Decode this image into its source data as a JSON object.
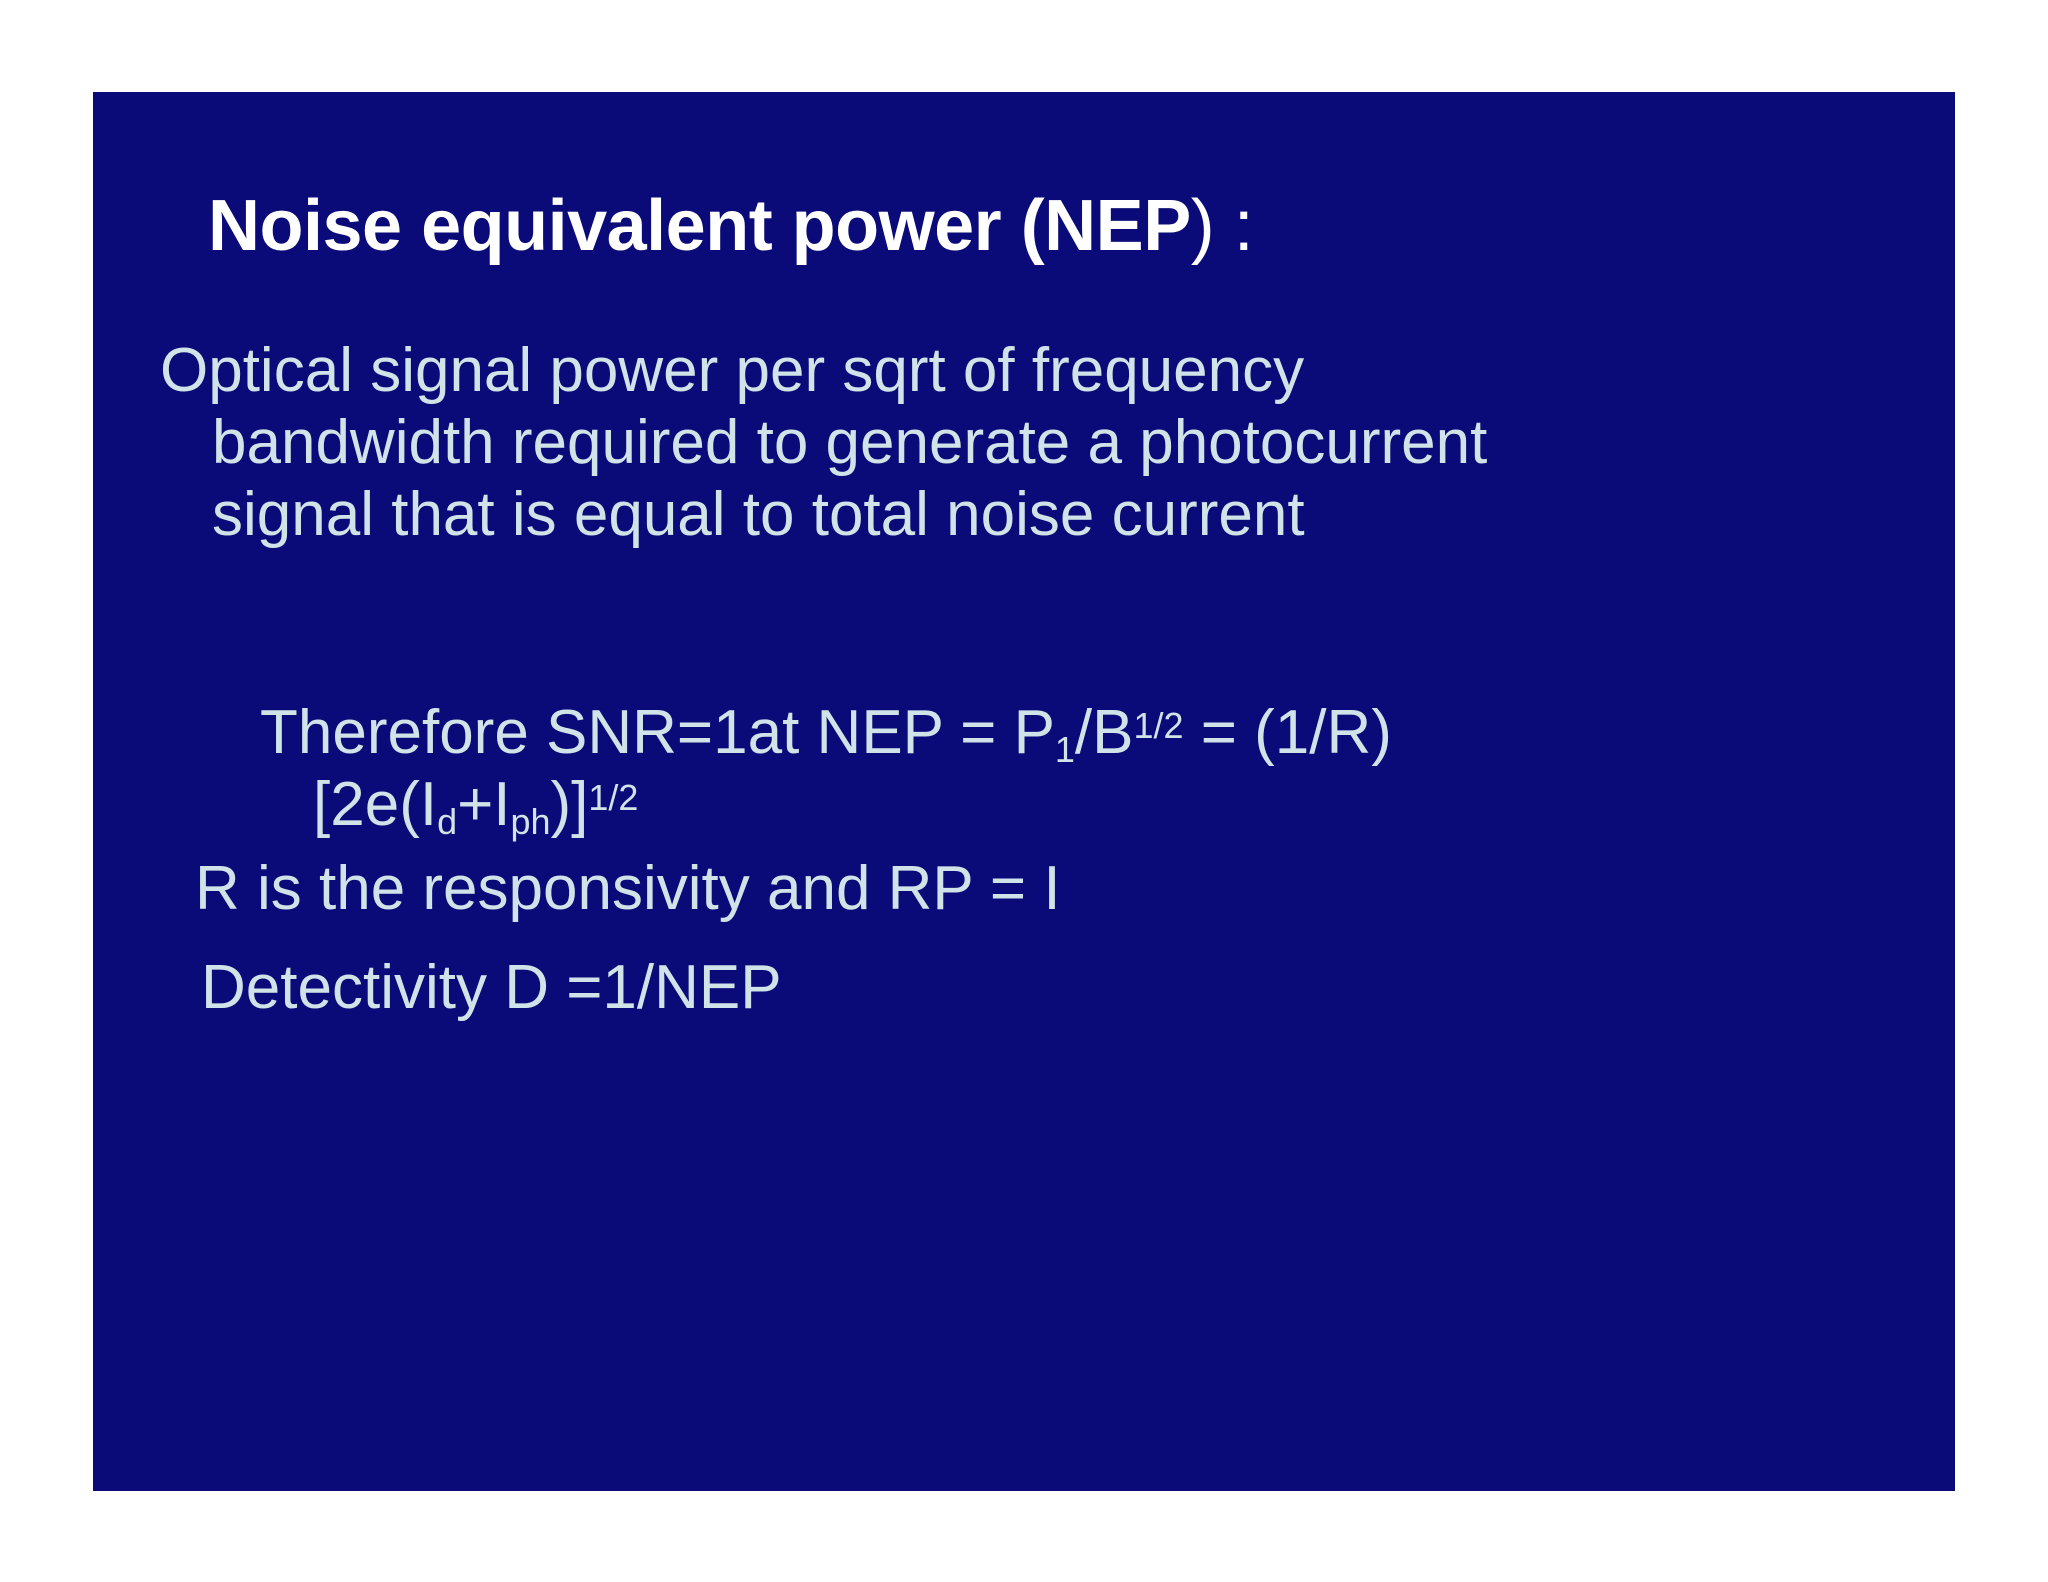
{
  "slide": {
    "background_color": "#0a0a78",
    "title_color": "#ffffff",
    "body_color": "#cfe3e8",
    "title_bold": "Noise equivalent power (NEP",
    "title_tail": ") :",
    "paragraph_1": "Optical signal power per sqrt of frequency bandwidth required to generate a photocurrent signal that is equal to total noise current",
    "formula_line_1": {
      "prefix": "Therefore SNR=1at NEP = P",
      "sub_1": "1",
      "mid": "/B",
      "sup_1": "1/2",
      "suffix": " = (1/R)"
    },
    "formula_line_2": {
      "prefix": "[2e(I",
      "sub_d": "d",
      "plus": "+I",
      "sub_ph": "ph",
      "close": ")]",
      "sup_half": "1/2"
    },
    "line_responsivity": "R is the responsivity and RP = I",
    "line_detectivity": "Detectivity D =1/NEP"
  }
}
